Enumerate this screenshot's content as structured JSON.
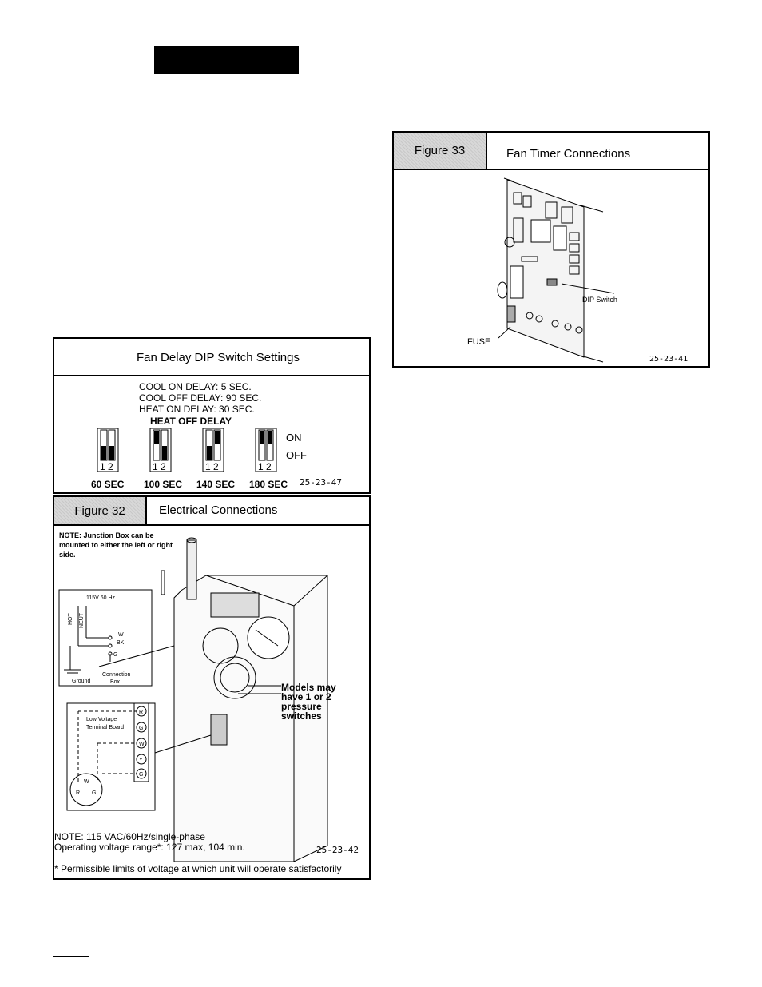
{
  "figure33": {
    "tag": "Figure 33",
    "title": "Fan Timer Connections",
    "labels": {
      "dip": "DIP Switch",
      "fuse": "FUSE",
      "ref": "25-23-41"
    }
  },
  "fan_delay": {
    "title": "Fan Delay DIP Switch Settings",
    "lines": [
      "COOL ON DELAY: 5 SEC.",
      "COOL OFF DELAY: 90 SEC.",
      "HEAT ON DELAY: 30 SEC."
    ],
    "heat_off_label": "HEAT OFF DELAY",
    "on_label": "ON",
    "off_label": "OFF",
    "switch_numbers": "1 2",
    "settings": [
      {
        "label": "60 SEC",
        "s1_on": false,
        "s2_on": false
      },
      {
        "label": "100 SEC",
        "s1_on": true,
        "s2_on": false
      },
      {
        "label": "140 SEC",
        "s1_on": false,
        "s2_on": true
      },
      {
        "label": "180 SEC",
        "s1_on": true,
        "s2_on": true
      }
    ],
    "ref": "25-23-47"
  },
  "figure32": {
    "tag": "Figure 32",
    "title": "Electrical Connections",
    "note_top": [
      "NOTE: Junction Box can be",
      "mounted to either the left or right",
      "side."
    ],
    "junction": {
      "supply": "115V 60 Hz",
      "hot": "HOT",
      "neut": "NEUT",
      "w": "W",
      "bk": "BK",
      "g": "G",
      "box": [
        "Connection",
        "Box"
      ],
      "ground": "Ground"
    },
    "terminal": {
      "title": [
        "Low Voltage",
        "Terminal Board"
      ],
      "terms": [
        "R",
        "G",
        "W",
        "Y",
        "G"
      ],
      "thermo": [
        "W",
        "R",
        "G"
      ]
    },
    "callout": [
      "Models may",
      "have 1 or 2",
      "pressure",
      "switches"
    ],
    "note_bottom": [
      "NOTE: 115 VAC/60Hz/single-phase",
      "Operating voltage range*: 127 max, 104 min."
    ],
    "ref": "25-23-42",
    "footnote": "* Permissible limits of voltage at which unit will operate satisfactorily"
  }
}
